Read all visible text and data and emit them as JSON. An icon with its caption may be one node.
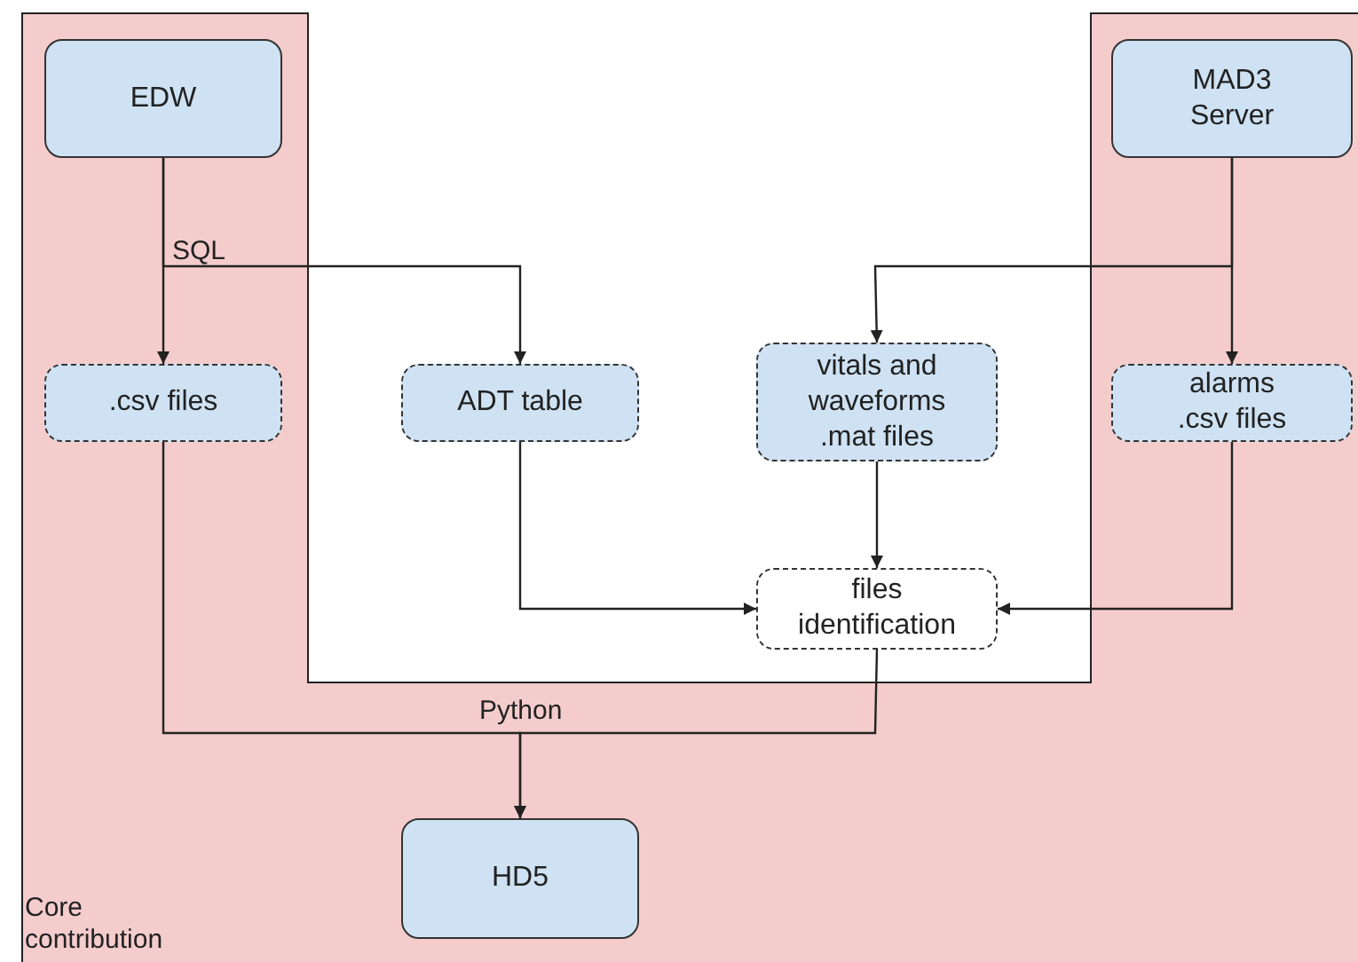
{
  "diagram": {
    "nodes": [
      {
        "text": [
          "Core contribution"
        ]
      },
      {
        "text": [
          "EDW"
        ],
        "in": 0
      },
      {
        "text": [
          "MAD3 Server"
        ],
        "in": 0
      },
      {
        "text": [
          ".csv files"
        ],
        "in": 0
      },
      {
        "text": [
          "ADT table"
        ]
      },
      {
        "text": [
          "vitals and waveforms .mat files"
        ]
      },
      {
        "text": [
          "alarms .csv files"
        ],
        "in": 0
      },
      {
        "text": [
          "files identification"
        ]
      },
      {
        "text": [
          "HD5"
        ],
        "in": 0
      }
    ],
    "edges": [
      {
        "from": 1,
        "to": 3,
        "arrow": "to",
        "label": "SQL"
      },
      {
        "from": 1,
        "to": 4,
        "arrow": "to"
      },
      {
        "from": 2,
        "to": 5,
        "arrow": "to"
      },
      {
        "from": 2,
        "to": 6,
        "arrow": "to"
      },
      {
        "from": 4,
        "to": 7,
        "arrow": "to"
      },
      {
        "from": 5,
        "to": 7,
        "arrow": "to"
      },
      {
        "from": 6,
        "to": 7,
        "arrow": "to"
      },
      {
        "from": 3,
        "to": 8,
        "arrow": "to",
        "label": "Python"
      },
      {
        "from": 7,
        "to": 8,
        "arrow": "to"
      }
    ]
  }
}
